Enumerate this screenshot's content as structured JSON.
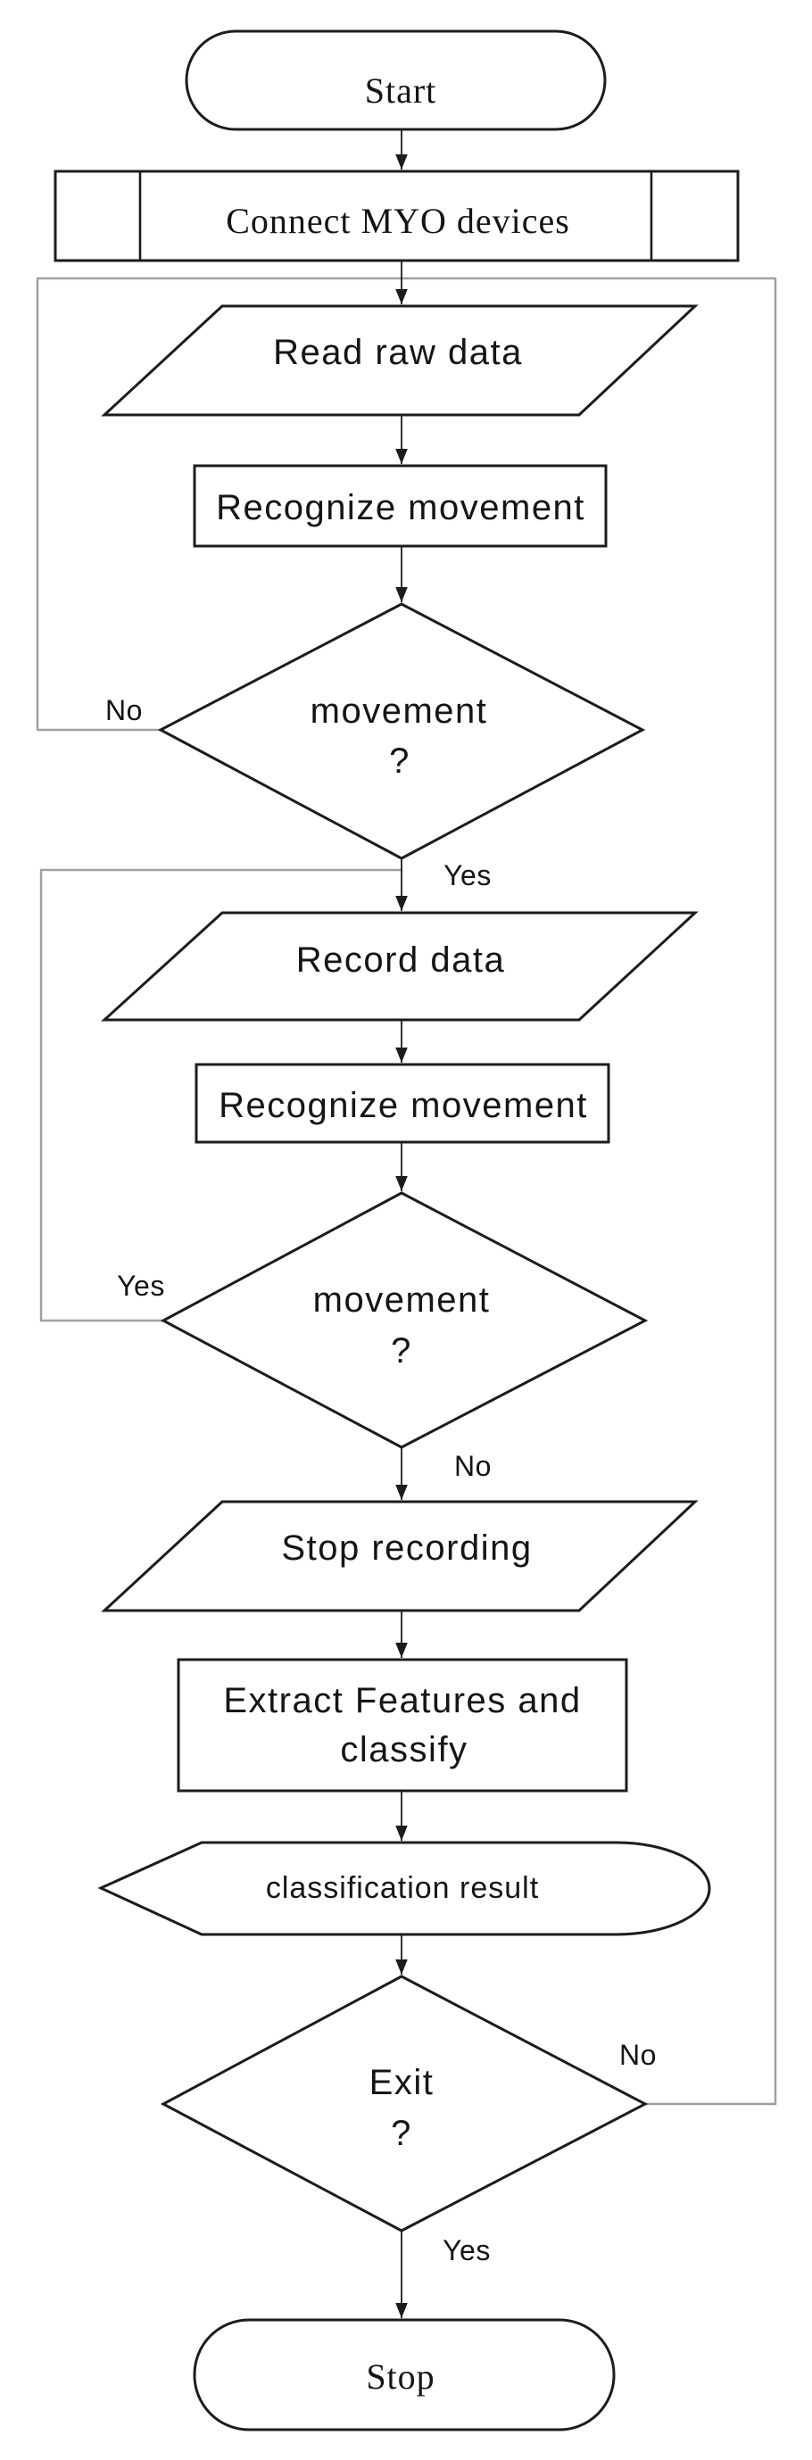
{
  "flowchart": {
    "nodes": {
      "start": {
        "label": "Start",
        "shape": "terminator"
      },
      "connect_myo": {
        "label": "Connect MYO devices",
        "shape": "predefined-process"
      },
      "read_raw_data": {
        "label": "Read raw data",
        "shape": "input-output"
      },
      "recognize_movement_1": {
        "label": "Recognize movement",
        "shape": "process"
      },
      "movement_decision_1": {
        "line1": "movement",
        "line2": "?",
        "shape": "decision"
      },
      "record_data": {
        "label": "Record data",
        "shape": "input-output"
      },
      "recognize_movement_2": {
        "label": "Recognize movement",
        "shape": "process"
      },
      "movement_decision_2": {
        "line1": "movement",
        "line2": "?",
        "shape": "decision"
      },
      "stop_recording": {
        "label": "Stop recording",
        "shape": "input-output"
      },
      "extract_features": {
        "line1": "Extract Features and",
        "line2": "classify",
        "shape": "process"
      },
      "classification_result": {
        "label": "classification result",
        "shape": "display"
      },
      "exit_decision": {
        "line1": "Exit",
        "line2": "?",
        "shape": "decision"
      },
      "stop": {
        "label": "Stop",
        "shape": "terminator"
      }
    },
    "edge_labels": {
      "movement1_no": "No",
      "movement1_yes": "Yes",
      "movement2_yes": "Yes",
      "movement2_no": "No",
      "exit_no": "No",
      "exit_yes": "Yes"
    },
    "colors": {
      "stroke": "#1c1c1c",
      "loop_stroke": "#a0a0a0",
      "background": "#ffffff",
      "text": "#151515"
    }
  }
}
